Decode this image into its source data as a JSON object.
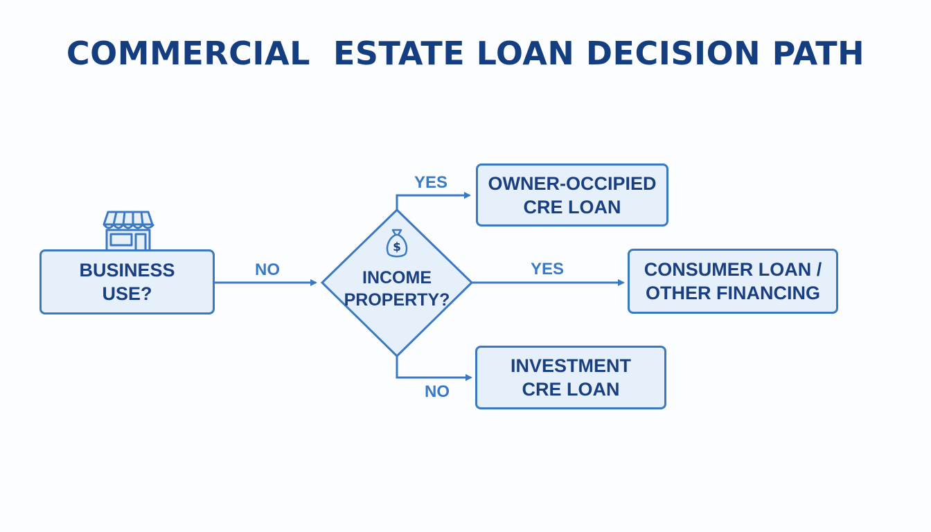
{
  "title": "COMMERCIAL  ESTATE LOAN DECISION PATH",
  "nodes": {
    "business_use": {
      "line1": "BUSINESS",
      "line2": "USE?",
      "icon": "storefront-icon"
    },
    "income_property": {
      "line1": "INCOME",
      "line2": "PROPERTY?",
      "icon": "money-bag-icon"
    },
    "owner_occupied": {
      "line1": "OWNER-OCCIPIED",
      "line2": "CRE LOAN"
    },
    "consumer_loan": {
      "line1": "CONSUMER LOAN /",
      "line2": "OTHER FINANCING"
    },
    "investment": {
      "line1": "INVESTMENT",
      "line2": "CRE LOAN"
    }
  },
  "edges": {
    "business_to_income": "NO",
    "income_to_owner": "YES",
    "income_to_consumer": "YES",
    "income_to_investment": "NO"
  },
  "colors": {
    "line": "#3a78c2",
    "box_fill": "#e6f0fa",
    "text": "#1a3f80",
    "edge_label": "#3a7ac4"
  }
}
